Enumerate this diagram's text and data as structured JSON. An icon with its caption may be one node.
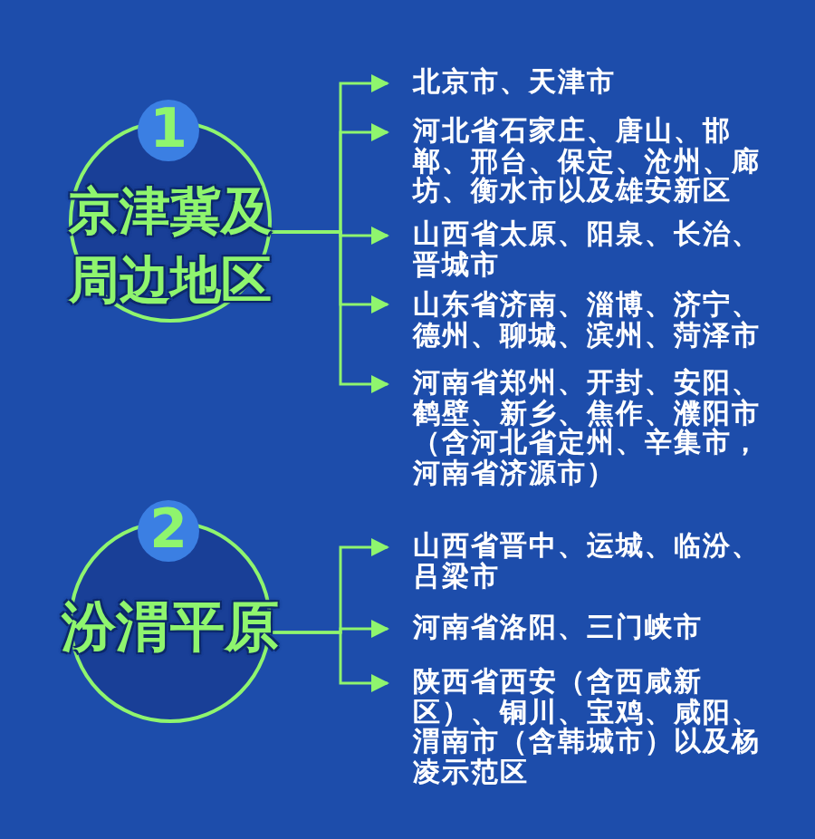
{
  "diagram": {
    "nodes": [
      {
        "text": [
          "1"
        ]
      },
      {
        "text": [
          "京津冀及周边地区"
        ]
      },
      {
        "text": [
          "北京市、天津市"
        ]
      },
      {
        "text": [
          "河北省石家庄、唐山、邯郸、邢台、保定、沧州、廊坊、衡水市以及雄安新区"
        ]
      },
      {
        "text": [
          "山西省太原、阳泉、长治、晋城市"
        ]
      },
      {
        "text": [
          "山东省济南、淄博、济宁、德州、聊城、滨州、菏泽市"
        ]
      },
      {
        "text": [
          "河南省郑州、开封、安阳、鹤壁、新乡、焦作、濮阳市（含河北省定州、辛集市，河南省济源市）"
        ]
      },
      {
        "text": [
          "2"
        ]
      },
      {
        "text": [
          "汾渭平原"
        ]
      },
      {
        "text": [
          "山西省晋中、运城、临汾、吕梁市"
        ]
      },
      {
        "text": [
          "河南省洛阳、三门峡市"
        ]
      },
      {
        "text": [
          "陕西省西安（含西咸新区）、铜川、宝鸡、咸阳、渭南市（含韩城市）以及杨凌示范区"
        ]
      }
    ],
    "edges": [
      {
        "from": 1,
        "to": 2,
        "arrow": "to"
      },
      {
        "from": 1,
        "to": 3,
        "arrow": "to"
      },
      {
        "from": 1,
        "to": 4,
        "arrow": "to"
      },
      {
        "from": 1,
        "to": 5,
        "arrow": "to"
      },
      {
        "from": 1,
        "to": 6,
        "arrow": "to"
      },
      {
        "from": 8,
        "to": 9,
        "arrow": "to"
      },
      {
        "from": 8,
        "to": 10,
        "arrow": "to"
      },
      {
        "from": 8,
        "to": 11,
        "arrow": "to"
      }
    ]
  }
}
